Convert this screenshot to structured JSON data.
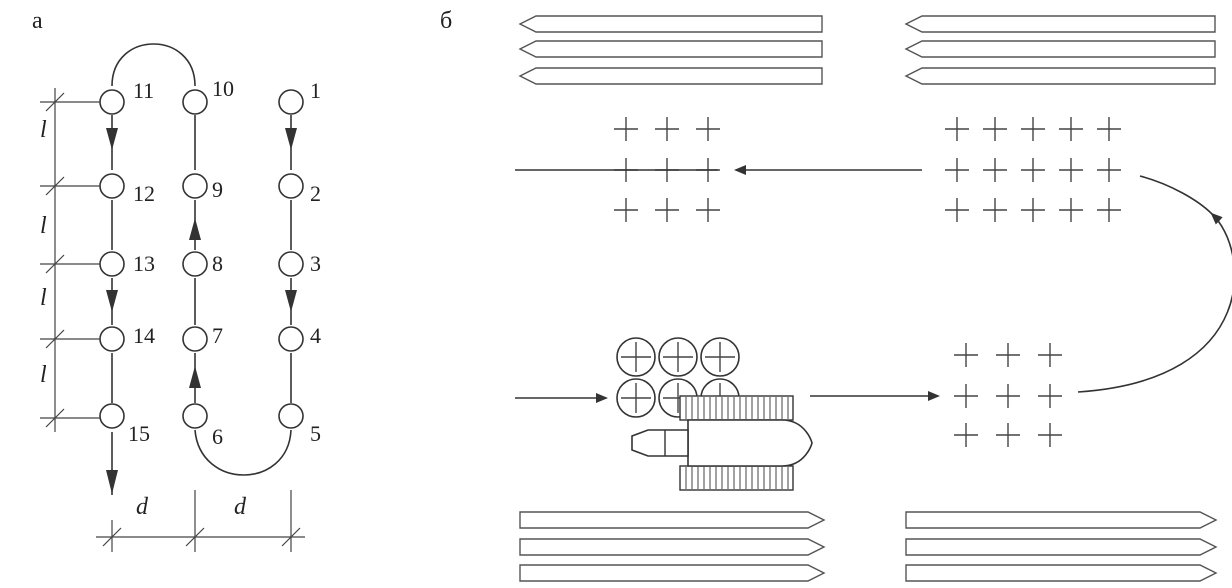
{
  "panels": {
    "a": {
      "label": "а"
    },
    "b": {
      "label": "б"
    }
  },
  "diagram_a": {
    "nodes": [
      "1",
      "2",
      "3",
      "4",
      "5",
      "6",
      "7",
      "8",
      "9",
      "10",
      "11",
      "12",
      "13",
      "14",
      "15"
    ],
    "dim_l": "l",
    "dim_d": "d"
  },
  "colors": {
    "stroke": "#333333",
    "background": "#ffffff"
  },
  "icons": [
    "pile-icon",
    "pile-driver-icon",
    "driven-pile-cross-icon"
  ]
}
